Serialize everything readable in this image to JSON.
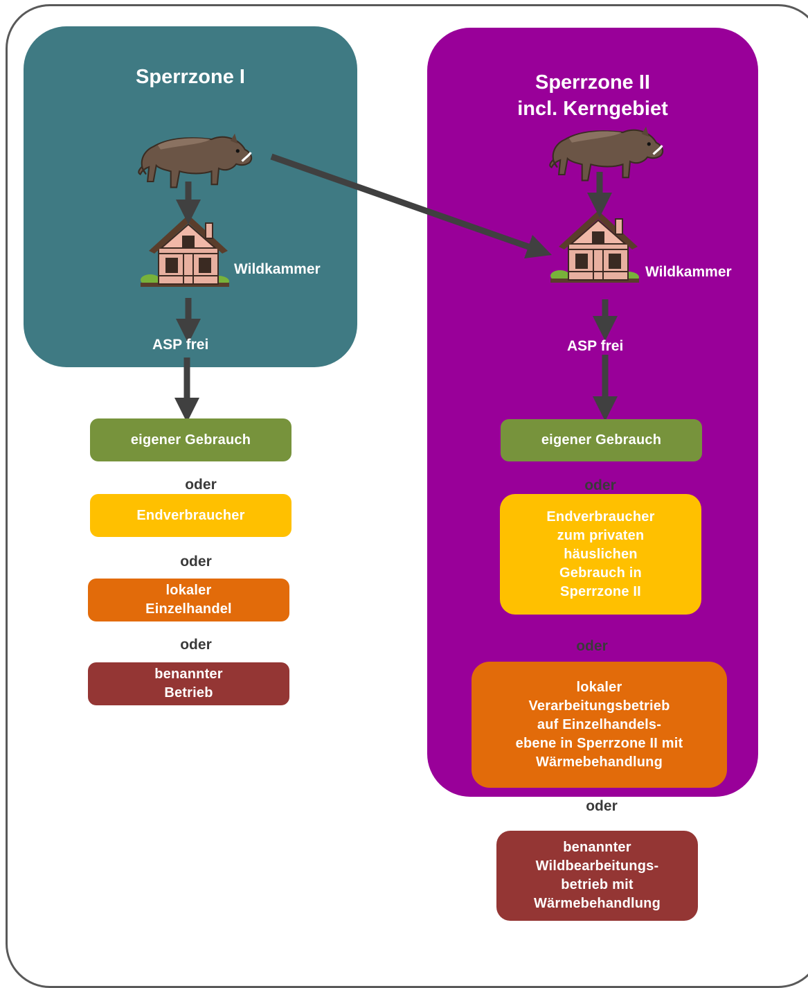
{
  "zone1": {
    "title": "Sperrzone I",
    "wildkammer": "Wildkammer",
    "asp": "ASP frei",
    "options": [
      "eigener Gebrauch",
      "Endverbraucher",
      "lokaler\nEinzelhandel",
      "benannter\nBetrieb"
    ]
  },
  "zone2": {
    "title": "Sperrzone II\nincl. Kerngebiet",
    "wildkammer": "Wildkammer",
    "asp": "ASP frei",
    "options": [
      "eigener Gebrauch",
      "Endverbraucher\nzum privaten\nhäuslichen\nGebrauch in\nSperrzone II",
      "lokaler\nVerarbeitungsbetrieb\nauf Einzelhandels-\nebene in Sperrzone II mit\nWärmebehandlung",
      "benannter\nWildbearbeitungs-\nbetrieb mit\nWärmebehandlung"
    ]
  },
  "connector": "oder",
  "colors": {
    "zone1": "#3f7a83",
    "zone2": "#990099",
    "eigener_gebrauch": "#77933c",
    "endverbraucher": "#ffc000",
    "einzelhandel": "#e26b0a",
    "betrieb": "#943634",
    "arrow": "#404040"
  },
  "icons": [
    "wild-boar-icon",
    "house-icon",
    "arrow-icon"
  ]
}
